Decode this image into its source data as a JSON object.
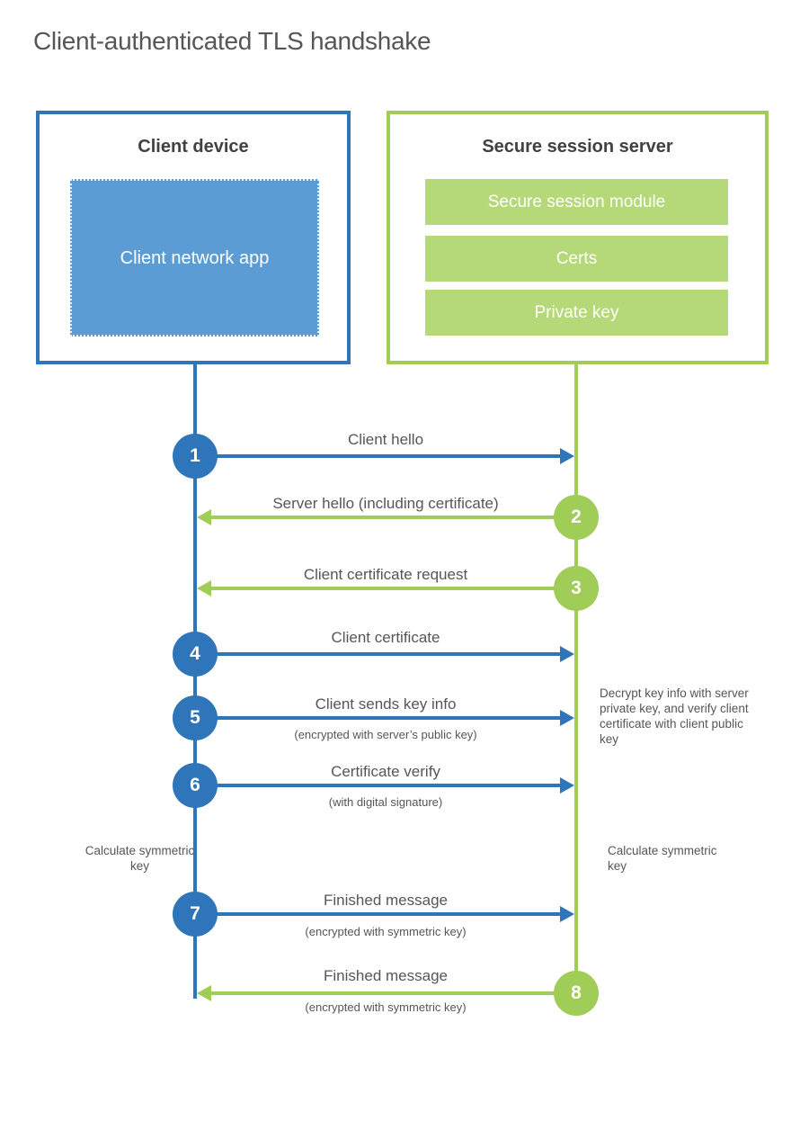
{
  "title": "Client-authenticated TLS handshake",
  "colors": {
    "blue": "#2e75ba",
    "blue_light": "#5b9cd5",
    "green": "#a0cc58",
    "green_light": "#b5d978",
    "text_dark": "#414042",
    "text_gray": "#55565a"
  },
  "client_box": {
    "title": "Client device",
    "app_label": "Client network app"
  },
  "server_box": {
    "title": "Secure session server",
    "modules": [
      "Secure session module",
      "Certs",
      "Private key"
    ]
  },
  "steps": [
    {
      "num": "1",
      "actor": "client",
      "direction": "right",
      "label": "Client hello",
      "sublabel": ""
    },
    {
      "num": "2",
      "actor": "server",
      "direction": "left",
      "label": "Server hello (including certificate)",
      "sublabel": ""
    },
    {
      "num": "3",
      "actor": "server",
      "direction": "left",
      "label": "Client certificate request",
      "sublabel": ""
    },
    {
      "num": "4",
      "actor": "client",
      "direction": "right",
      "label": "Client certificate",
      "sublabel": ""
    },
    {
      "num": "5",
      "actor": "client",
      "direction": "right",
      "label": "Client sends key info",
      "sublabel": "(encrypted with server’s public key)"
    },
    {
      "num": "6",
      "actor": "client",
      "direction": "right",
      "label": "Certificate verify",
      "sublabel": "(with digital signature)"
    },
    {
      "num": "7",
      "actor": "client",
      "direction": "right",
      "label": "Finished message",
      "sublabel": "(encrypted with symmetric key)"
    },
    {
      "num": "8",
      "actor": "server",
      "direction": "left",
      "label": "Finished message",
      "sublabel": "(encrypted with symmetric key)"
    }
  ],
  "annotations": {
    "server_note": "Decrypt key info with server private key, and verify client certificate with client public key",
    "client_calc": "Calculate symmetric key",
    "server_calc": "Calculate symmetric key"
  }
}
